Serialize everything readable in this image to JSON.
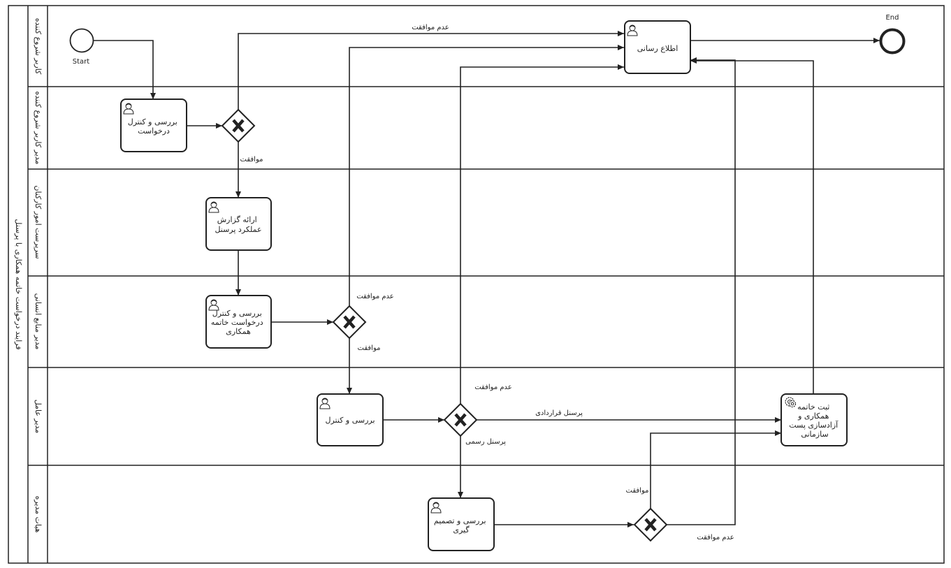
{
  "pool": {
    "title": "فرایند درخواست خاتمه همکاری با پرسنل"
  },
  "lanes": [
    {
      "id": "requester",
      "title": "کاربر شروع کننده"
    },
    {
      "id": "req_manager",
      "title": "مدیر کاربر شروع کننده"
    },
    {
      "id": "affairs_supervisor",
      "title": "سرپرست امور کارکنان"
    },
    {
      "id": "hr_manager",
      "title": "مدیر منابع انسانی"
    },
    {
      "id": "ceo",
      "title": "مدیر عامل"
    },
    {
      "id": "board",
      "title": "هیات مدیره"
    }
  ],
  "events": {
    "start": "Start",
    "end": "End"
  },
  "tasks": {
    "review_request": [
      "بررسی و کنترل",
      "درخواست"
    ],
    "notify": [
      "اطلاع رسانی"
    ],
    "performance_report": [
      "ارائه گزارش",
      "عملکرد پرسنل"
    ],
    "review_termination": [
      "بررسی و کنترل",
      "درخواست خاتمه",
      "همکاری"
    ],
    "ceo_review": [
      "بررسی و کنترل"
    ],
    "board_decision": [
      "بررسی و تصمیم",
      "گیری"
    ],
    "register_termination": [
      "ثبت خاتمه",
      "همکاری و",
      "آزادسازی پست",
      "سازمانی"
    ]
  },
  "flow_labels": {
    "g1_reject": "عدم موافقت",
    "g1_approve": "موافقت",
    "g2_reject": "عدم موافقت",
    "g2_approve": "موافقت",
    "g3_reject": "عدم موافقت",
    "g3_contract": "پرسنل قراردادی",
    "g3_official": "پرسنل رسمی",
    "g4_approve": "موافقت",
    "g4_reject": "عدم موافقت"
  }
}
